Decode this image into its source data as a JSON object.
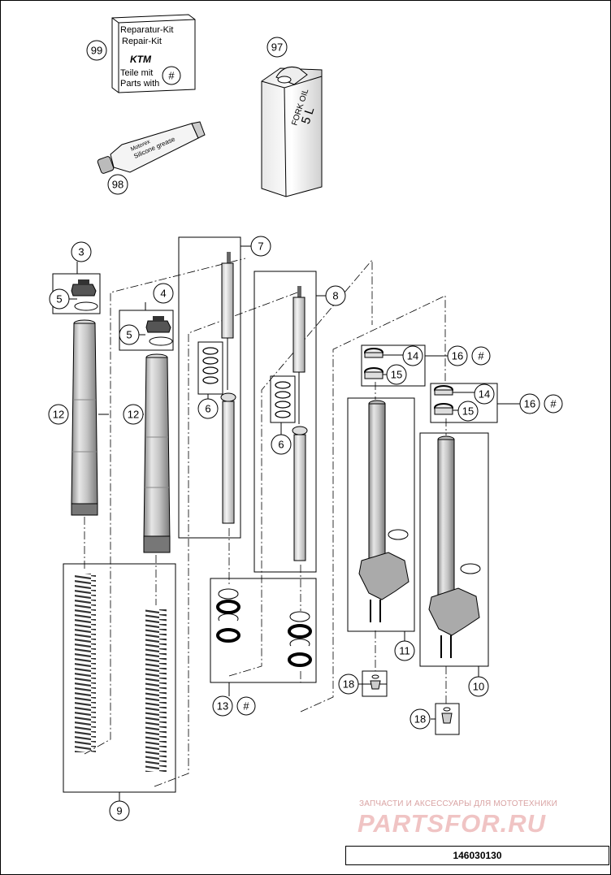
{
  "kit": {
    "line1": "Reparatur-Kit",
    "line2": "Repair-Kit",
    "brand": "KTM",
    "line3": "Teile mit",
    "line4": "Parts with",
    "hash": "#"
  },
  "oil": {
    "label": "FORK OIL",
    "volume": "5 L"
  },
  "grease": {
    "label": "Silicone grease",
    "brand": "Motorex"
  },
  "callouts": {
    "c99": "99",
    "c97": "97",
    "c98": "98",
    "c3": "3",
    "c4": "4",
    "c5a": "5",
    "c5b": "5",
    "c7": "7",
    "c8": "8",
    "c6a": "6",
    "c6b": "6",
    "c12a": "12",
    "c12b": "12",
    "c14a": "14",
    "c15a": "15",
    "c16a": "16",
    "h16a": "#",
    "c14b": "14",
    "c15b": "15",
    "c16b": "16",
    "h16b": "#",
    "c11": "11",
    "c10": "10",
    "c18a": "18",
    "c18b": "18",
    "c13": "13",
    "h13": "#",
    "c9": "9"
  },
  "watermark": {
    "top": "ЗАПЧАСТИ И АКСЕССУАРЫ ДЛЯ МОТОТЕХНИКИ",
    "logo": "PARTSFOR.RU"
  },
  "part_number": "146030130"
}
